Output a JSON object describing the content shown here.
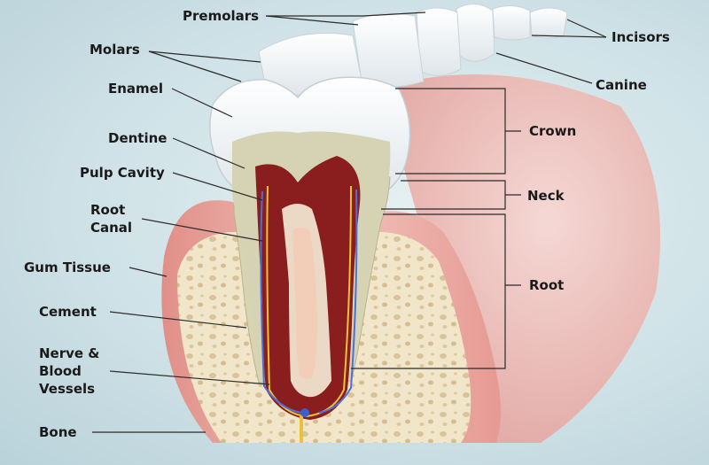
{
  "labels": {
    "premolars": "Premolars",
    "incisors": "Incisors",
    "molars": "Molars",
    "canine": "Canine",
    "enamel": "Enamel",
    "dentine": "Dentine",
    "crown": "Crown",
    "pulp_cavity": "Pulp Cavity",
    "neck": "Neck",
    "root_canal_line1": "Root",
    "root_canal_line2": "Canal",
    "gum_tissue": "Gum Tissue",
    "root": "Root",
    "cement": "Cement",
    "nerve_line1": "Nerve &",
    "nerve_line2": "Blood",
    "nerve_line3": "Vessels",
    "bone": "Bone"
  },
  "colors": {
    "background": "#cfe2e7",
    "enamel": "#f4f7f8",
    "dentine": "#d9d6bd",
    "pulp": "#8a1e1e",
    "gum": "#e8a39c",
    "bone": "#efe3c4",
    "nerve": "#e8c23a",
    "vessel": "#4d6fd6"
  }
}
